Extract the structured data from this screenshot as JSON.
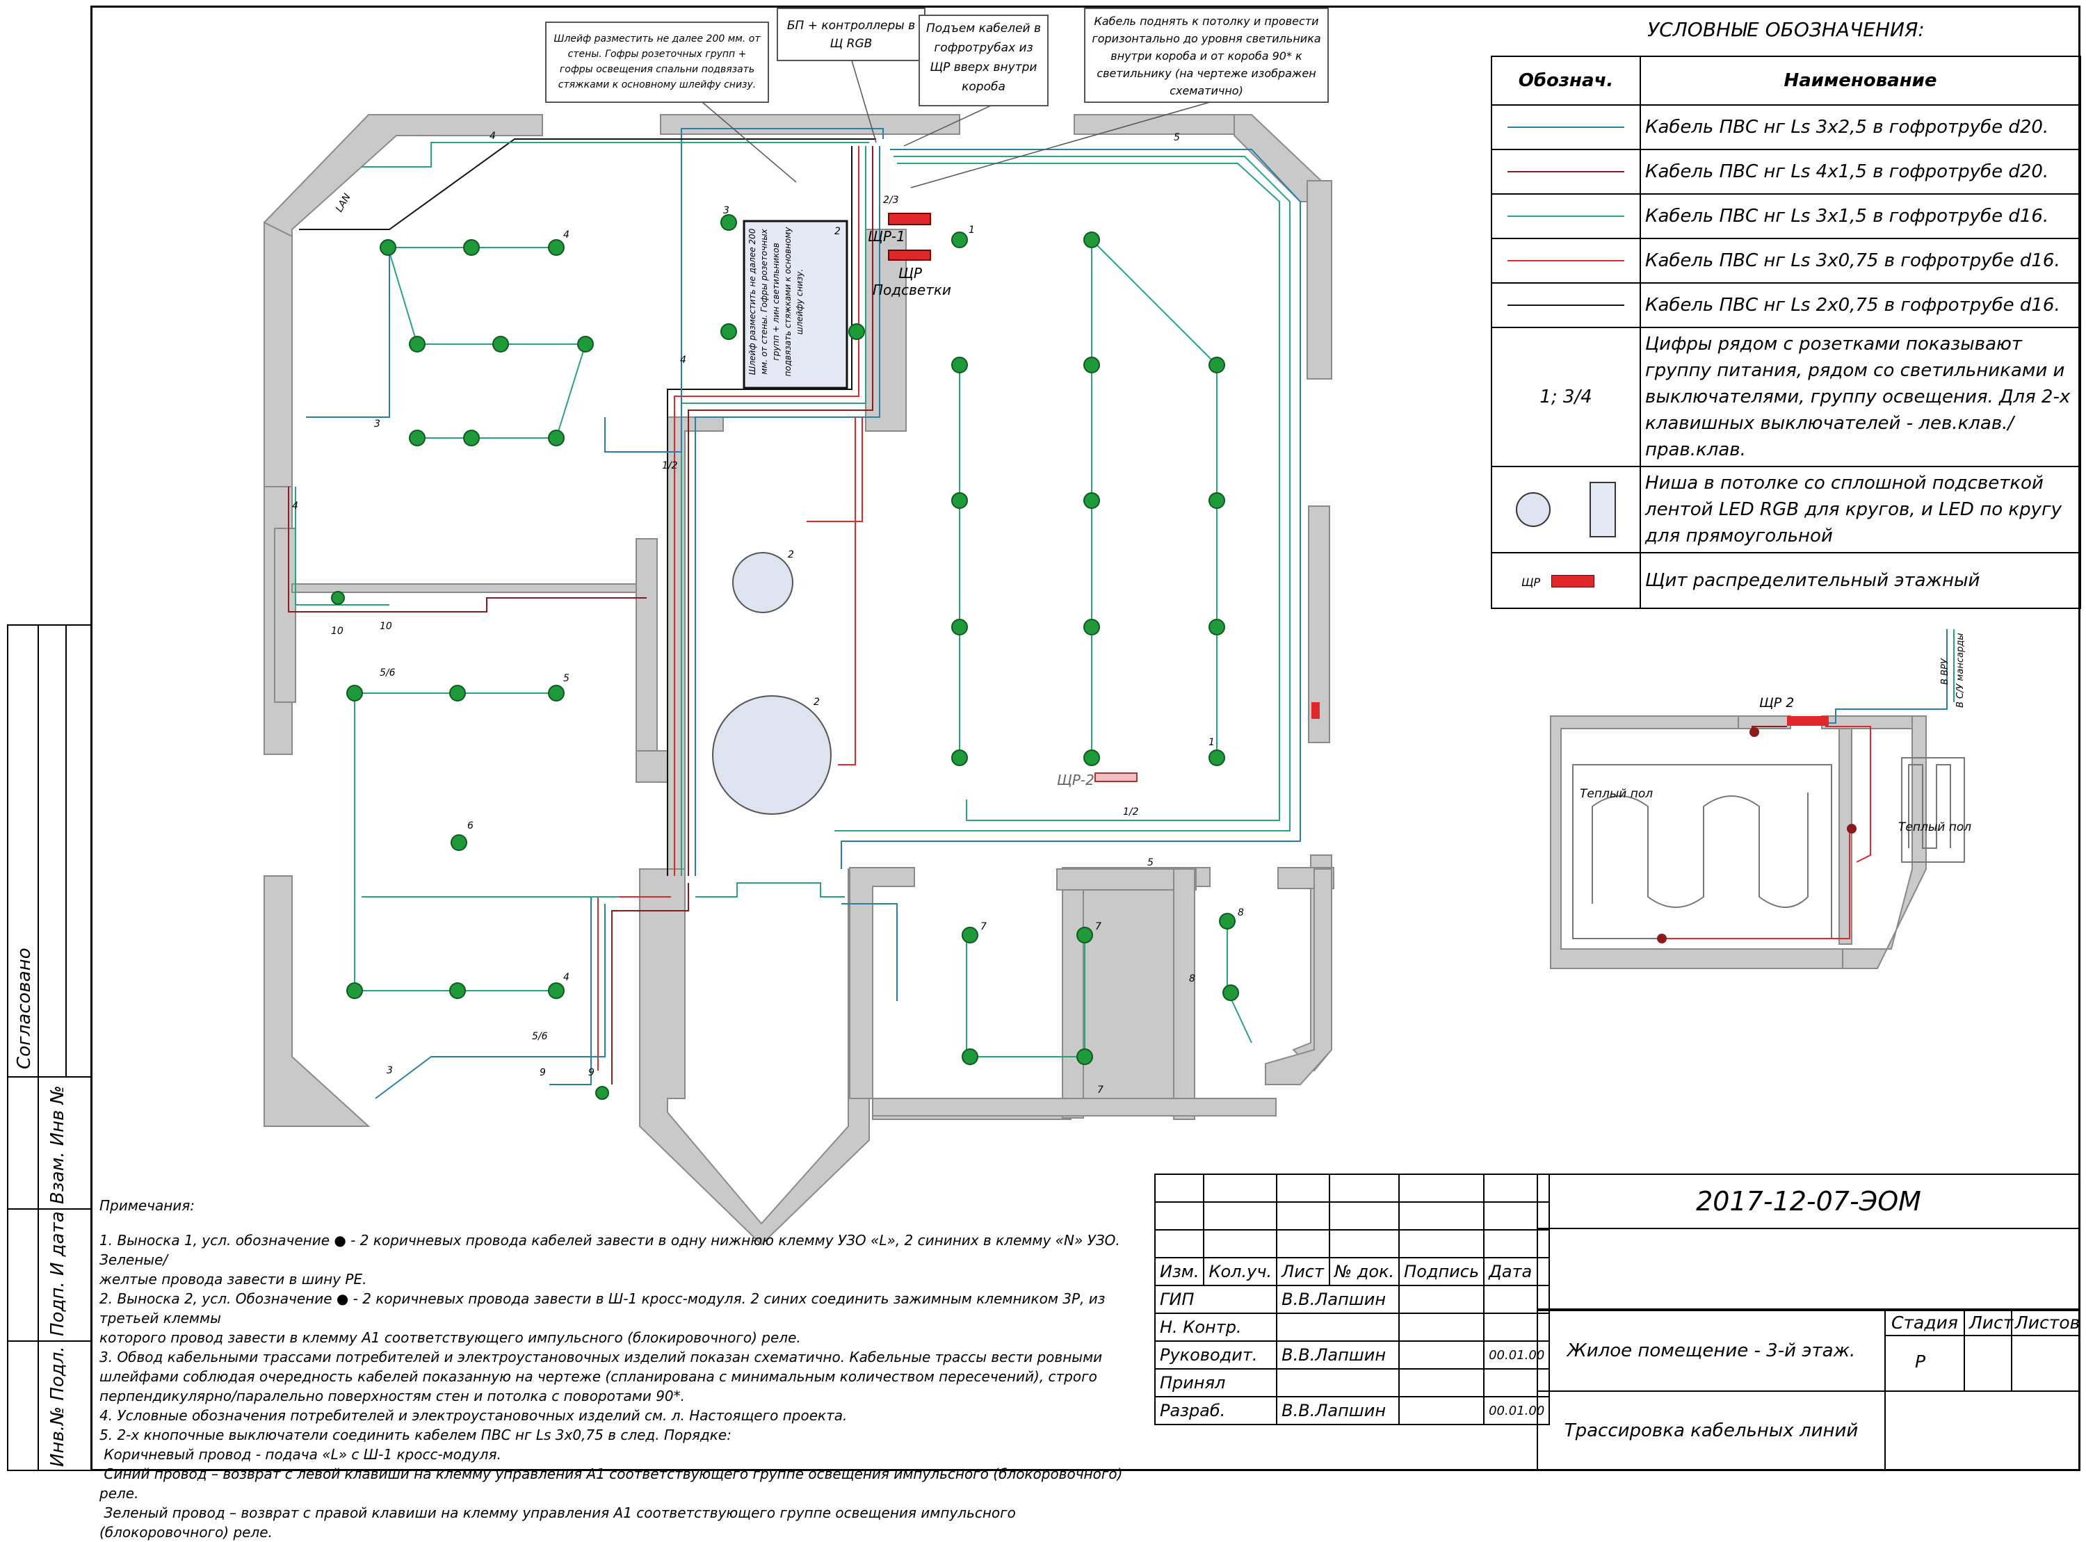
{
  "legend": {
    "title": "УСЛОВНЫЕ ОБОЗНАЧЕНИЯ:",
    "col_symbol": "Обознач.",
    "col_name": "Наименование",
    "rows": [
      {
        "color": "#2a7fa8",
        "text": "Кабель ПВС нг Ls 3х2,5 в гофротрубе d20."
      },
      {
        "color": "#8b1a1a",
        "text": "Кабель ПВС нг Ls 4х1,5 в гофротрубе d20."
      },
      {
        "color": "#2aa37a",
        "text": "Кабель ПВС нг Ls 3х1,5 в гофротрубе d16."
      },
      {
        "color": "#e0282a",
        "text": "Кабель ПВС нг Ls 3х0,75 в гофротрубе d16."
      },
      {
        "color": "#111111",
        "text": "Кабель ПВС нг Ls 2х0,75 в гофротрубе d16."
      }
    ],
    "groups_symbol": "1; 3/4",
    "groups_text": "Цифры рядом с розетками показывают группу питания, рядом со светильниками и выключателями, группу освещения. Для 2-х клавишных выключателей - лев.клав./прав.клав.",
    "niche_text": "Ниша в потолке со сплошной подсветкой лентой LED RGB для кругов, и LED по кругу для прямоугольной",
    "panel_symbol": "ЩР",
    "panel_text": "Щит распределительный этажный"
  },
  "callouts": {
    "c1": "Шлейф разместить не далее 200 мм. от стены. Гофры розеточных групп + гофры освещения спальни подвязать стяжками к основному шлейфу снизу.",
    "c2": "БП + контроллеры в Щ RGB",
    "c3": "Подъем кабелей в гофротрубах из ЩР вверх внутри короба",
    "c4": "Кабель поднять к потолку и провести горизонтально до уровня светильника внутри короба и от короба 90* к светильнику (на чертеже изображен схематично)",
    "c5": "Шлейф разместить не далее 200 мм. от стены. Гофры розеточных групп + лин светильников подвязать стяжками к основному шлейфу снизу."
  },
  "plan_labels": {
    "shr1": "ЩР-1",
    "shr_podsvetki_1": "ЩР",
    "shr_podsvetki_2": "Подсветки",
    "shr2": "ЩР-2",
    "lan": "LAN",
    "inset_shr2": "ЩР 2",
    "warm_floor_1": "Теплый пол",
    "warm_floor_2": "Теплый пол",
    "vru": "В ВРУ",
    "su": "В С/У мансарды"
  },
  "numbers": {
    "n1": "1",
    "n2": "2",
    "n3": "3",
    "n4": "4",
    "n5": "5",
    "n6": "6",
    "n7": "7",
    "n8": "8",
    "n9": "9",
    "n10": "10",
    "n12": "1/2",
    "n23": "2/3",
    "n56": "5/6",
    "n34": "3/4"
  },
  "notes": {
    "title": "Примечания:",
    "items": [
      "1. Выноска 1, усл. обозначение ● - 2 коричневых провода кабелей завести в одну нижнюю клемму УЗО «L», 2 сининих в клемму «N» УЗО. Зеленые/\nжелтые провода завести в шину PE.",
      "2. Выноска 2, усл. Обозначение ● - 2 коричневых провода завести в Ш-1 кросс-модуля. 2 синих соединить зажимным клемником 3Р, из третьей клеммы\nкоторого провод завести в клемму А1 соответствующего импульсного (блокировочного) реле.",
      "3. Обвод кабельными трассами потребителей и электроустановочных изделий показан схематично. Кабельные трассы вести ровными\nшлейфами соблюдая очередность кабелей показанную на чертеже (спланирована с минимальным количеством пересечений), строго\nперпендикулярно/паралельно поверхностям стен и потолка с поворотами 90*.",
      "4. Условные обозначения потребителей и электроустановочных изделий см. л. Настоящего проекта.",
      "5. 2-х кнопочные выключатели соединить кабелем ПВС нг Ls 3х0,75 в след. Порядке:\n Коричневый провод - подача «L» с Ш-1 кросс-модуля.\n Синий провод – возврат с левой клавиши на клемму управления А1 соответствующего группе освещения импульсного (блокоровочного) реле.\n Зеленый провод – возврат с правой клавиши на клемму управления А1 соответствующего группе освещения импульсного (блокоровочного) реле."
    ]
  },
  "title_block": {
    "code": "2017-12-07-ЭОМ",
    "headers": [
      "Изм.",
      "Кол.уч.",
      "Лист",
      "№ док.",
      "Подпись",
      "Дата"
    ],
    "rows": [
      {
        "role": "ГИП",
        "name": "В.В.Лапшин",
        "date": ""
      },
      {
        "role": "Н. Контр.",
        "name": "",
        "date": ""
      },
      {
        "role": "Руководит.",
        "name": "В.В.Лапшин",
        "date": "00.01.00"
      },
      {
        "role": "Принял",
        "name": "",
        "date": ""
      },
      {
        "role": "Разраб.",
        "name": "В.В.Лапшин",
        "date": "00.01.00"
      }
    ],
    "object": "Жилое помещение - 3-й этаж.",
    "sheet_name": "Трассировка кабельных линий",
    "stage_label": "Стадия",
    "sheet_label": "Лист",
    "sheets_label": "Листов",
    "stage_value": "Р"
  },
  "side_stamp": {
    "agreed": "Согласовано",
    "vzam": "Взам. Инв №",
    "podp": "Подп. И дата",
    "inv": "Инв.№ Подл."
  }
}
